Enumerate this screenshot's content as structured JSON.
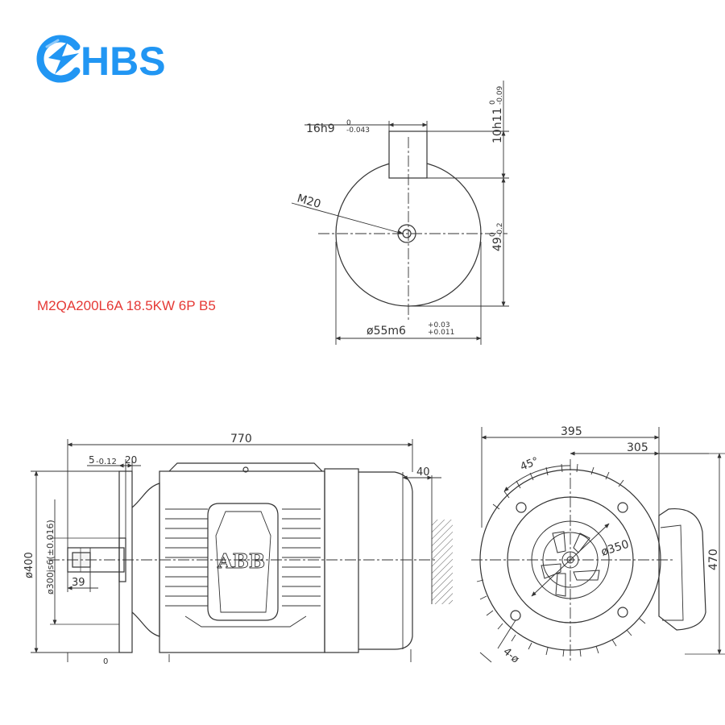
{
  "brand": {
    "name": "HBS",
    "color": "#2196f3"
  },
  "model_label": {
    "text": "M2QA200L6A 18.5KW 6P B5",
    "color": "#e53935"
  },
  "motor_logo": "ABB",
  "colors": {
    "line": "#333333",
    "centerline": "#444444"
  },
  "shaft_end_view": {
    "key_width": "16h9",
    "key_width_tol_upper": "0",
    "key_width_tol_lower": "-0.043",
    "key_height": "10h11",
    "key_height_tol_upper": "0",
    "key_height_tol_lower": "-0.09",
    "center_thread": "M20",
    "shaft_height": "49",
    "shaft_height_tol_upper": "0",
    "shaft_height_tol_lower": "-0.2",
    "shaft_diameter": "ø55m6",
    "shaft_diameter_tol_upper": "+0.03",
    "shaft_diameter_tol_lower": "+0.011"
  },
  "side_view": {
    "overall_length": "770",
    "flange_spigot": "5",
    "flange_spigot_tol": "-0.12",
    "flange_thickness": "20",
    "fan_cover_offset": "40",
    "flange_diameter": "ø400",
    "spigot_diameter": "ø300js6(±0.016)",
    "shaft_extension": "39",
    "partial_bottom_label": "0"
  },
  "front_view": {
    "width_overall": "395",
    "width_to_box": "305",
    "height_overall": "470",
    "bolt_angle": "45°",
    "pitch_circle": "ø350",
    "holes": "4-ø"
  }
}
